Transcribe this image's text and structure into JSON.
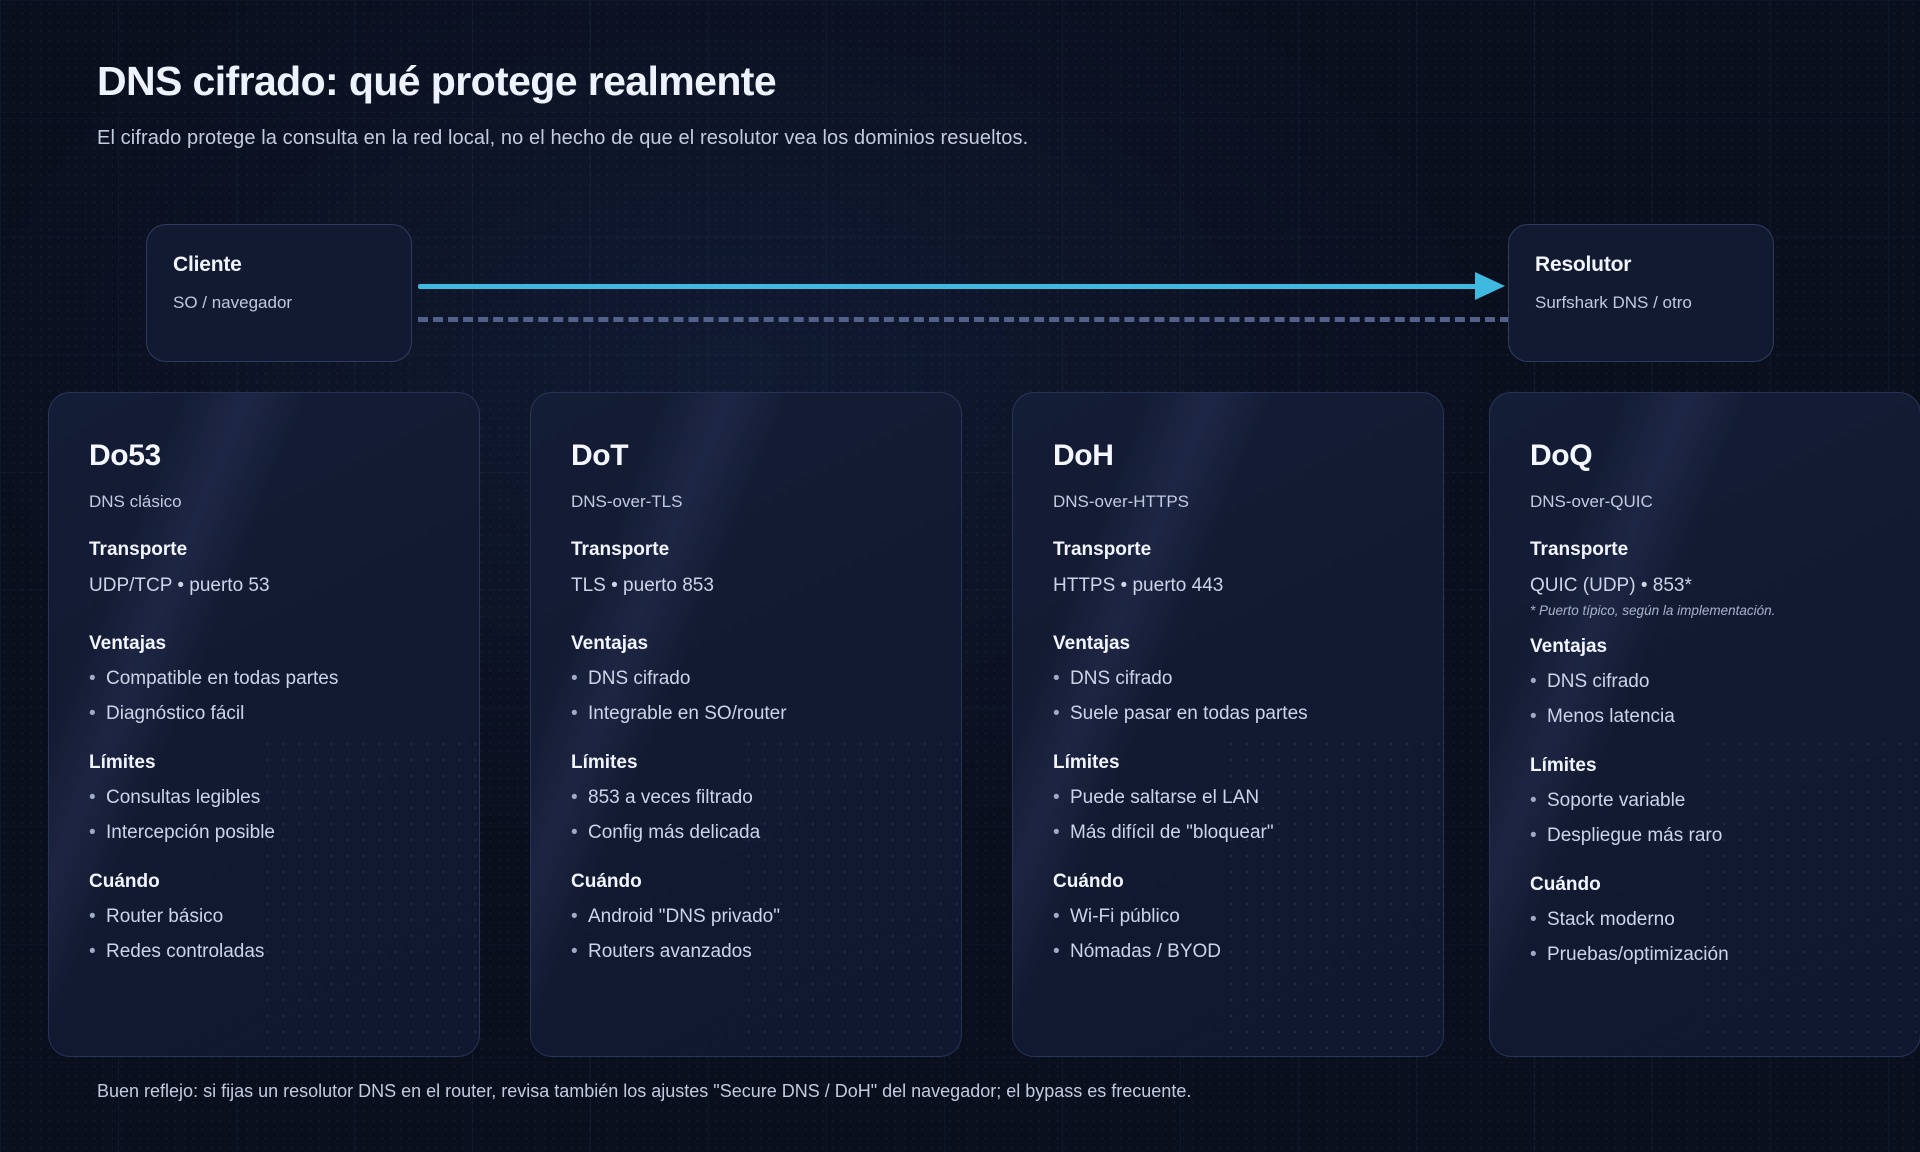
{
  "header": {
    "title": "DNS cifrado: qué protege realmente",
    "subtitle": "El cifrado protege la consulta en la red local, no el hecho de que el resolutor vea los dominios resueltos."
  },
  "flow": {
    "client": {
      "title": "Cliente",
      "subtitle": "SO / navegador"
    },
    "resolver": {
      "title": "Resolutor",
      "subtitle": "Surfshark DNS / otro"
    },
    "accent_color": "#3fb9e0",
    "dashed_color": "#52608a"
  },
  "labels": {
    "transporte": "Transporte",
    "ventajas": "Ventajas",
    "limites": "Límites",
    "cuando": "Cuándo"
  },
  "cards": [
    {
      "title": "Do53",
      "subtitle": "DNS clásico",
      "transport": "UDP/TCP • puerto 53",
      "note": "",
      "ventajas": [
        "Compatible en todas partes",
        "Diagnóstico fácil"
      ],
      "limites": [
        "Consultas legibles",
        "Intercepción posible"
      ],
      "cuando": [
        "Router básico",
        "Redes controladas"
      ]
    },
    {
      "title": "DoT",
      "subtitle": "DNS-over-TLS",
      "transport": "TLS • puerto 853",
      "note": "",
      "ventajas": [
        "DNS cifrado",
        "Integrable en SO/router"
      ],
      "limites": [
        "853 a veces filtrado",
        "Config más delicada"
      ],
      "cuando": [
        "Android \"DNS privado\"",
        "Routers avanzados"
      ]
    },
    {
      "title": "DoH",
      "subtitle": "DNS-over-HTTPS",
      "transport": "HTTPS • puerto 443",
      "note": "",
      "ventajas": [
        "DNS cifrado",
        "Suele pasar en todas partes"
      ],
      "limites": [
        "Puede saltarse el LAN",
        "Más difícil de \"bloquear\""
      ],
      "cuando": [
        "Wi-Fi público",
        "Nómadas / BYOD"
      ]
    },
    {
      "title": "DoQ",
      "subtitle": "DNS-over-QUIC",
      "transport": "QUIC (UDP) • 853*",
      "note": "* Puerto típico, según la implementación.",
      "ventajas": [
        "DNS cifrado",
        "Menos latencia"
      ],
      "limites": [
        "Soporte variable",
        "Despliegue más raro"
      ],
      "cuando": [
        "Stack moderno",
        "Pruebas/optimización"
      ]
    }
  ],
  "footer": {
    "text": "Buen reflejo: si fijas un resolutor DNS en el router, revisa también los ajustes \"Secure DNS / DoH\" del navegador; el bypass es frecuente."
  }
}
